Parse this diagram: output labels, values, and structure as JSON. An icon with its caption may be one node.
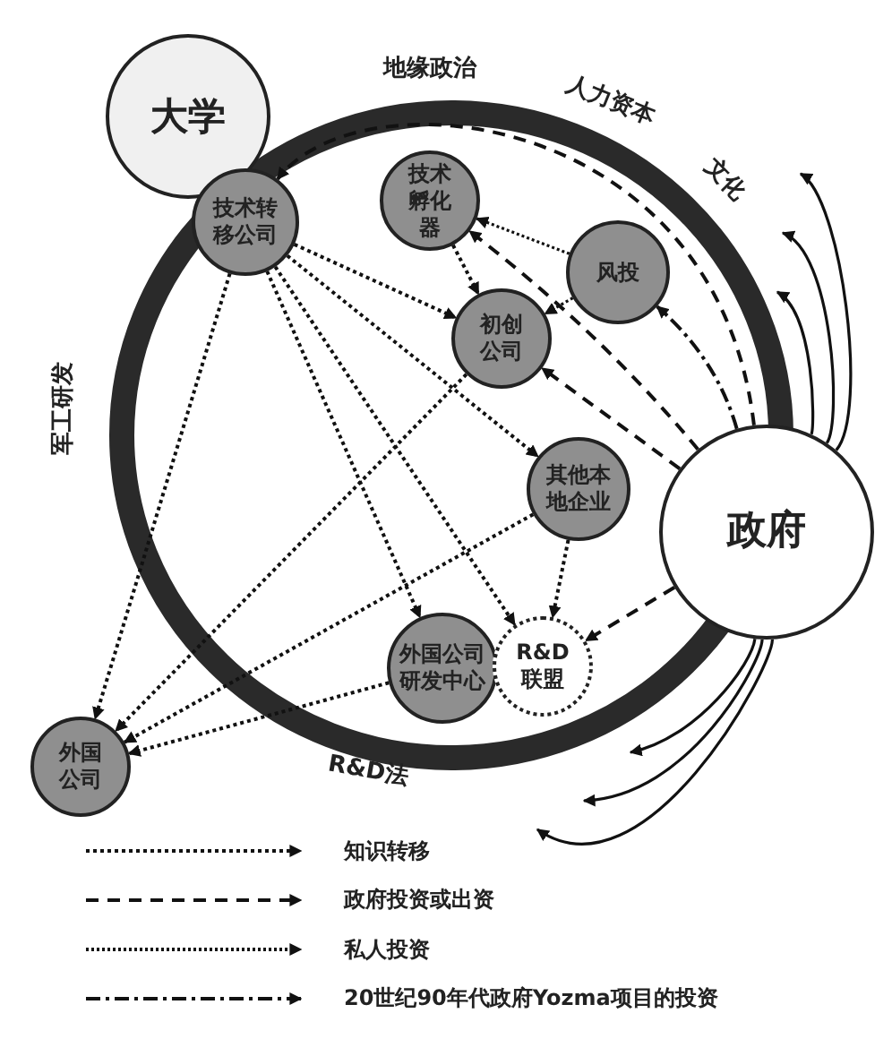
{
  "diagram": {
    "nodes": [
      {
        "text": [
          "大学"
        ]
      },
      {
        "text": [
          "技术转移公司"
        ]
      },
      {
        "text": [
          "技术孵化器"
        ]
      },
      {
        "text": [
          "风投"
        ]
      },
      {
        "text": [
          "初创公司"
        ]
      },
      {
        "text": [
          "其他本地企业"
        ]
      },
      {
        "text": [
          "政府"
        ]
      },
      {
        "text": [
          "外国公司研发中心"
        ]
      },
      {
        "text": [
          "R&D联盟"
        ]
      },
      {
        "text": [
          "外国公司"
        ]
      }
    ],
    "edges": [
      {
        "from": 1,
        "to": 9,
        "arrow": "to",
        "style": "dashed"
      },
      {
        "from": 1,
        "to": 7,
        "arrow": "to",
        "style": "dashed"
      },
      {
        "from": 1,
        "to": 8,
        "arrow": "to",
        "style": "dashed"
      },
      {
        "from": 1,
        "to": 5,
        "arrow": "to",
        "style": "dashed"
      },
      {
        "from": 1,
        "to": 4,
        "arrow": "to",
        "style": "dashed"
      },
      {
        "from": 2,
        "to": 4,
        "arrow": "to",
        "style": "dashed"
      },
      {
        "from": 4,
        "to": 9,
        "arrow": "to",
        "style": "dashed"
      },
      {
        "from": 5,
        "to": 9,
        "arrow": "to",
        "style": "dashed"
      },
      {
        "from": 7,
        "to": 9,
        "arrow": "to",
        "style": "dashed"
      },
      {
        "from": 5,
        "to": 8,
        "arrow": "to",
        "style": "dashed"
      },
      {
        "from": 6,
        "to": 1,
        "arrow": "to",
        "style": "dashed"
      },
      {
        "from": 6,
        "to": 2,
        "arrow": "to",
        "style": "dashed"
      },
      {
        "from": 6,
        "to": 4,
        "arrow": "to",
        "style": "dashed"
      },
      {
        "from": 6,
        "to": 8,
        "arrow": "to",
        "style": "dashed"
      },
      {
        "from": 3,
        "to": 2,
        "arrow": "to",
        "style": "dashed"
      },
      {
        "from": 3,
        "to": 4,
        "arrow": "to",
        "style": "dashed"
      },
      {
        "from": 6,
        "to": 3,
        "arrow": "to",
        "style": "dashed"
      },
      {
        "from": 6,
        "to": null,
        "arrow": "to"
      },
      {
        "from": 6,
        "to": null,
        "arrow": "to"
      },
      {
        "from": 6,
        "to": null,
        "arrow": "to"
      },
      {
        "from": 6,
        "to": null,
        "arrow": "to"
      },
      {
        "from": 6,
        "to": null,
        "arrow": "to"
      },
      {
        "from": 6,
        "to": null,
        "arrow": "to"
      }
    ],
    "labels": [
      "地缘政治",
      "人力资本",
      "文化",
      "军工研发",
      "R&D法"
    ],
    "legend": [
      {
        "text": "知识转移"
      },
      {
        "text": "政府投资或出资"
      },
      {
        "text": "私人投资"
      },
      {
        "text": "20世纪90年代政府Yozma项目的投资"
      }
    ]
  }
}
